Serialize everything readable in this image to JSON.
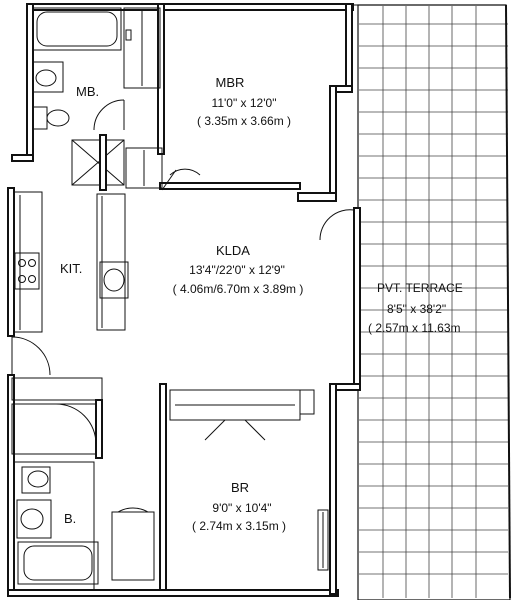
{
  "rooms": {
    "mbr": {
      "name": "MBR",
      "dim_imperial": "11'0\" x 12'0\"",
      "dim_metric": "( 3.35m x 3.66m )"
    },
    "mb": {
      "name": "MB."
    },
    "klda": {
      "name": "KLDA",
      "dim_imperial": "13'4\"/22'0\" x 12'9\"",
      "dim_metric": "( 4.06m/6.70m x 3.89m )"
    },
    "kit": {
      "name": "KIT."
    },
    "terrace": {
      "name": "PVT. TERRACE",
      "dim_imperial": "8'5\" x 38'2\"",
      "dim_metric": "( 2.57m x 11.63m"
    },
    "br": {
      "name": "BR",
      "dim_imperial": "9'0\" x 10'4\"",
      "dim_metric": "( 2.74m x 3.15m )"
    },
    "b": {
      "name": "B."
    }
  }
}
